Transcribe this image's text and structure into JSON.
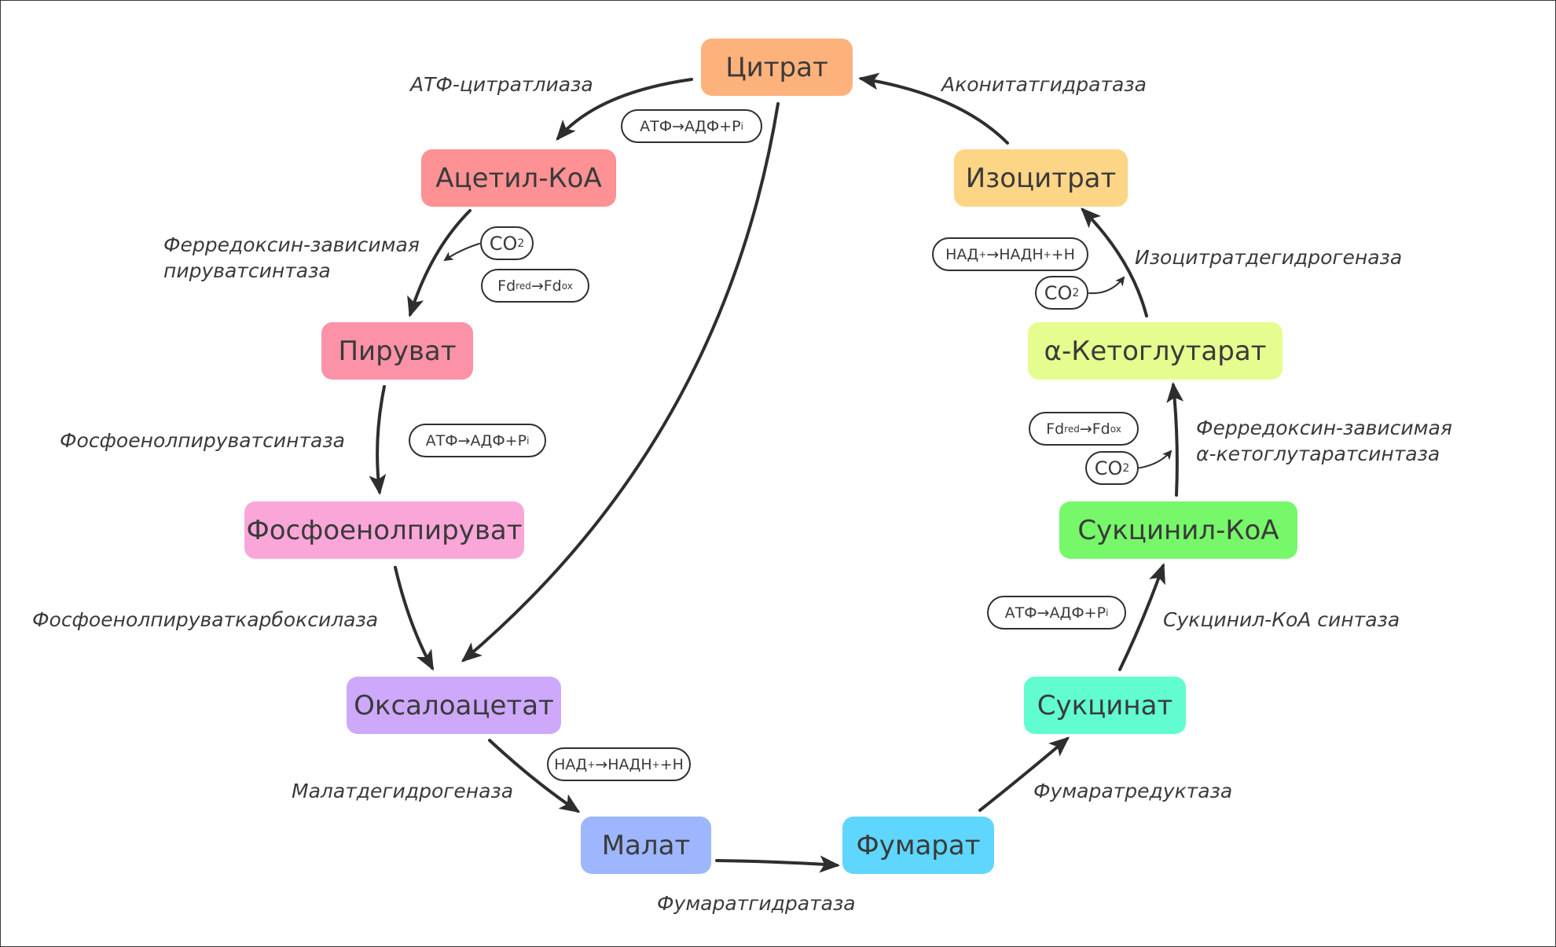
{
  "nodes": {
    "citrate": {
      "label": "Цитрат",
      "color": "#fdb27c"
    },
    "acetyl_coa": {
      "label": "Ацетил-КоА",
      "color": "#fd9193"
    },
    "pyruvate": {
      "label": "Пируват",
      "color": "#fb92a7"
    },
    "pep": {
      "label": "Фосфоенолпируват",
      "color": "#fba6d9"
    },
    "oxaloacetate": {
      "label": "Оксалоацетат",
      "color": "#cda8fb"
    },
    "malate": {
      "label": "Малат",
      "color": "#9db6fd"
    },
    "fumarate": {
      "label": "Фумарат",
      "color": "#5fd6fd"
    },
    "succinate": {
      "label": "Сукцинат",
      "color": "#61fccf"
    },
    "succinyl_coa": {
      "label": "Сукцинил-КоА",
      "color": "#77f76a"
    },
    "akg": {
      "label": "α-Кетоглутарат",
      "color": "#e5fc8f"
    },
    "isocitrate": {
      "label": "Изоцитрат",
      "color": "#fdd587"
    }
  },
  "enzymes": {
    "atp_citrate_lyase": "АТФ-цитратлиаза",
    "aconitase": "Аконитатгидратаза",
    "pfor_line1": "Ферредоксин-зависимая",
    "pfor_line2": "пируватсинтаза",
    "pep_synthase": "Фосфоенолпируватсинтаза",
    "pep_carboxylase": "Фосфоенолпируваткарбоксилаза",
    "malate_dh": "Малатдегидрогеназа",
    "fumarase": "Фумаратгидратаза",
    "fumarate_reductase": "Фумаратредуктаза",
    "succinyl_coa_synthase": "Сукцинил-КоА синтаза",
    "kgor_line1": "Ферредоксин-зависимая",
    "kgor_line2": "α-кетоглутаратсинтаза",
    "icdh": "Изоцитратдегидрогеназа"
  },
  "cofactors": {
    "atp": {
      "a": "АТФ→АДФ+P",
      "sub": "i"
    },
    "nad": {
      "a": "НАД",
      "sup1": "+",
      "b": "→НАДН",
      "sup2": "+",
      "c": "+Н"
    },
    "fd": {
      "a": "Fd",
      "sub1": "red",
      "b": "→Fd",
      "sub2": "ox"
    },
    "co2": {
      "a": "CO",
      "sub": "2"
    }
  },
  "colors": {
    "arrow": "#2e2e2e",
    "text": "#3a3a3a",
    "border": "#3a3a3a"
  }
}
